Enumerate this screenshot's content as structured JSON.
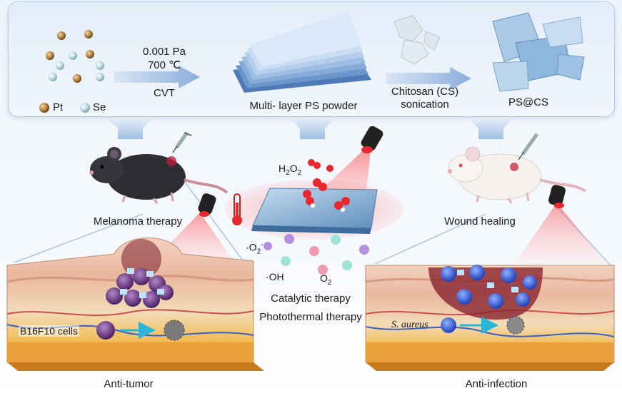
{
  "synthesis": {
    "legend_pt": "Pt",
    "legend_se": "Se",
    "condition_pressure": "0.001 Pa",
    "condition_temperature": "700 ℃",
    "method": "CVT",
    "product": "Multi- layer PS powder",
    "modifier_line1": "Chitosan (CS)",
    "modifier_line2": "sonication",
    "final_product": "PS@CS"
  },
  "center": {
    "h2o2": "H",
    "h2o2_sub1": "2",
    "h2o2_o": "O",
    "h2o2_sub2": "2",
    "superoxide": "·O",
    "superoxide_sub": "2",
    "superoxide_sup": "-",
    "hydroxyl": "·OH",
    "oxygen": "O",
    "oxygen_sub": "2",
    "therapy1": "Catalytic therapy",
    "therapy2": "Photothermal therapy"
  },
  "left": {
    "model": "Melanoma therapy",
    "cells": "B16F10 cells",
    "outcome": "Anti-tumor"
  },
  "right": {
    "model": "Wound healing",
    "bacteria": "S. aureus",
    "outcome": "Anti-infection"
  },
  "colors": {
    "pt": "#a87b3c",
    "se": "#a9cfd6",
    "laser": "#e8282e",
    "arrow": "#7fa6d8"
  }
}
